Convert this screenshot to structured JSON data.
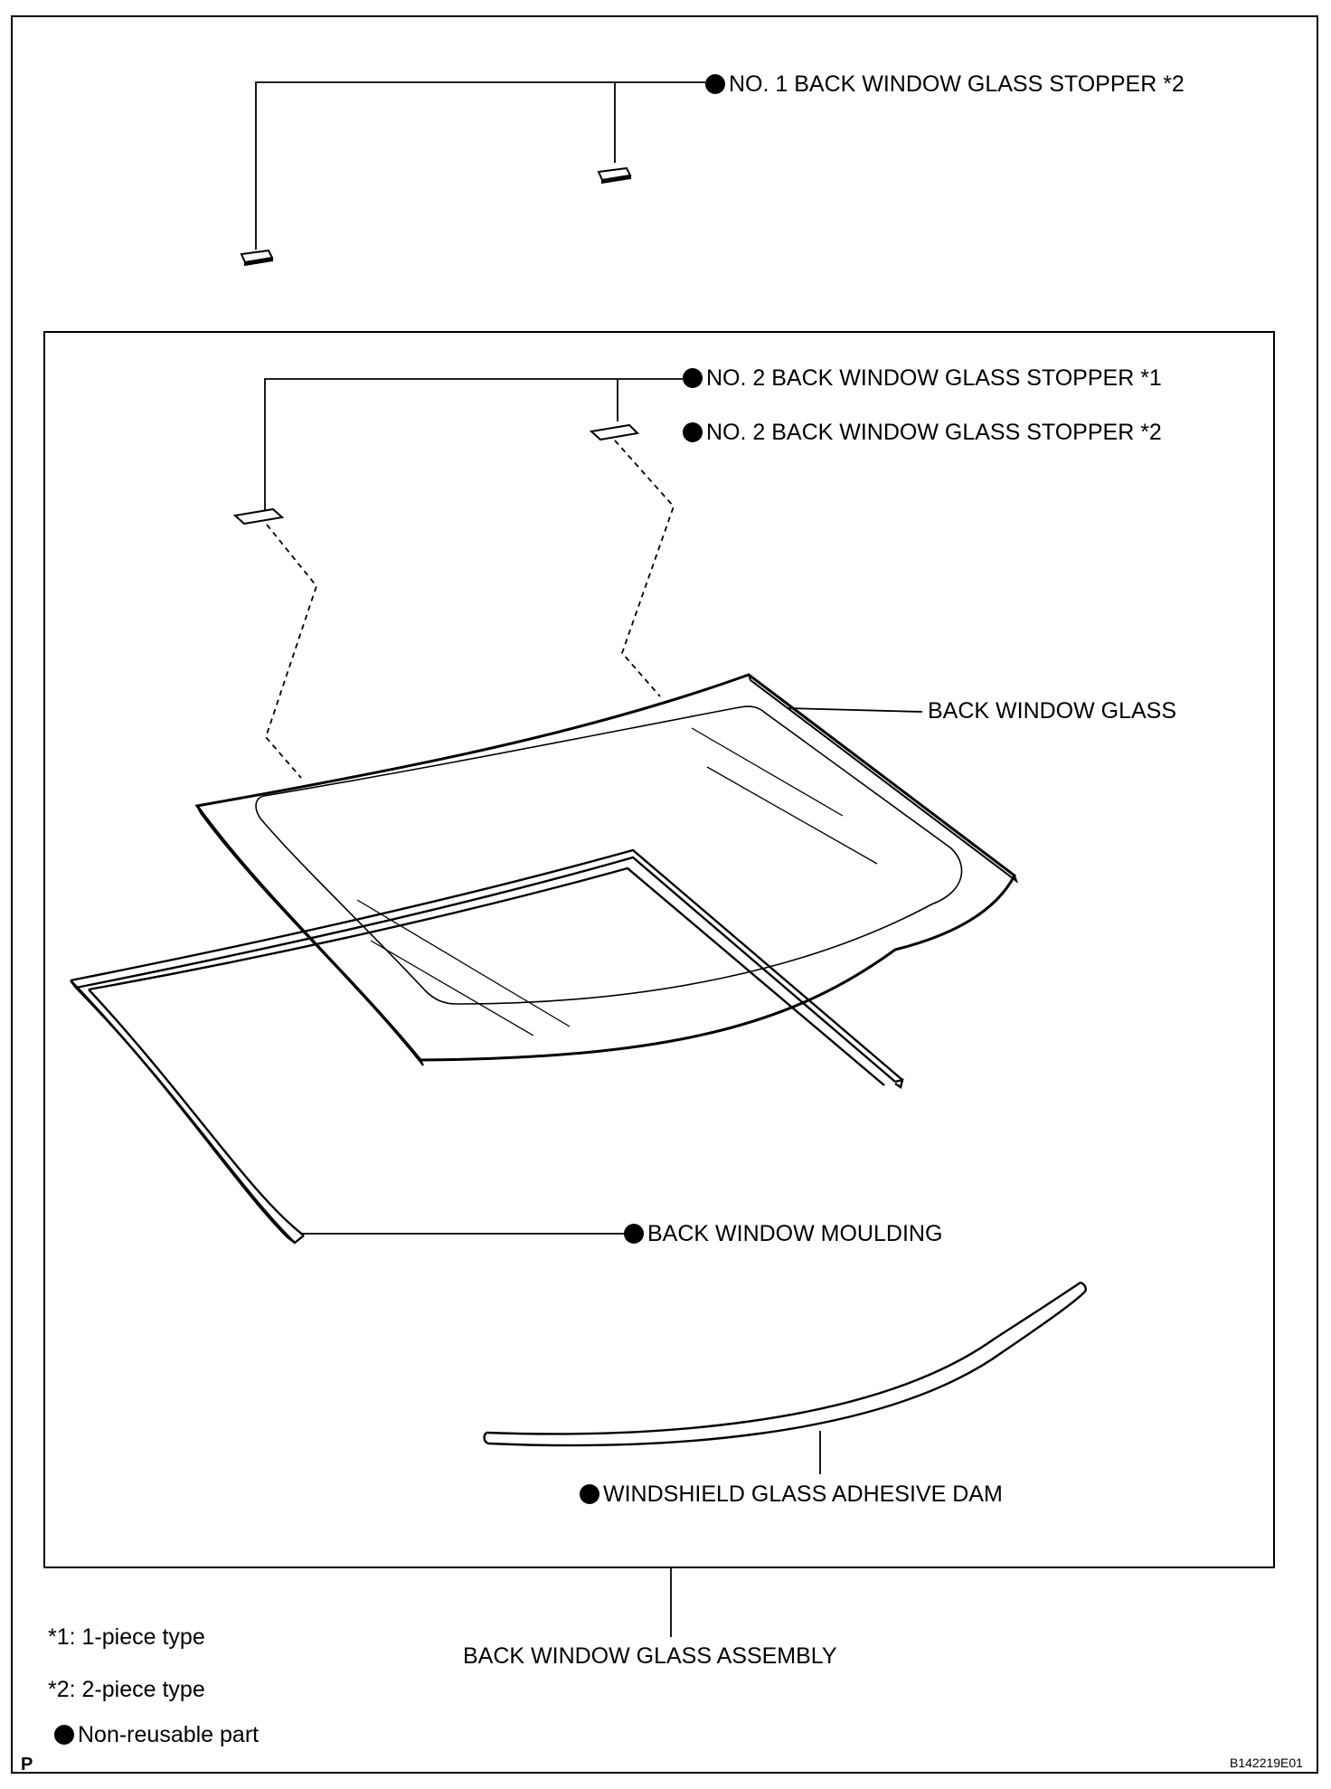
{
  "labels": {
    "stopper1": "NO. 1 BACK WINDOW GLASS STOPPER *2",
    "stopper2a": "NO. 2 BACK WINDOW GLASS STOPPER *1",
    "stopper2b": "NO. 2 BACK WINDOW GLASS STOPPER *2",
    "glass": "BACK WINDOW GLASS",
    "moulding": "BACK WINDOW MOULDING",
    "dam": "WINDSHIELD GLASS ADHESIVE DAM",
    "assembly": "BACK WINDOW GLASS ASSEMBLY"
  },
  "legend": {
    "note1": "*1: 1-piece type",
    "note2": "*2: 2-piece type",
    "nonreusable": "Non-reusable part"
  },
  "corner": {
    "left": "P",
    "code": "B142219E01"
  },
  "colors": {
    "line": "#000000",
    "background": "#ffffff"
  }
}
